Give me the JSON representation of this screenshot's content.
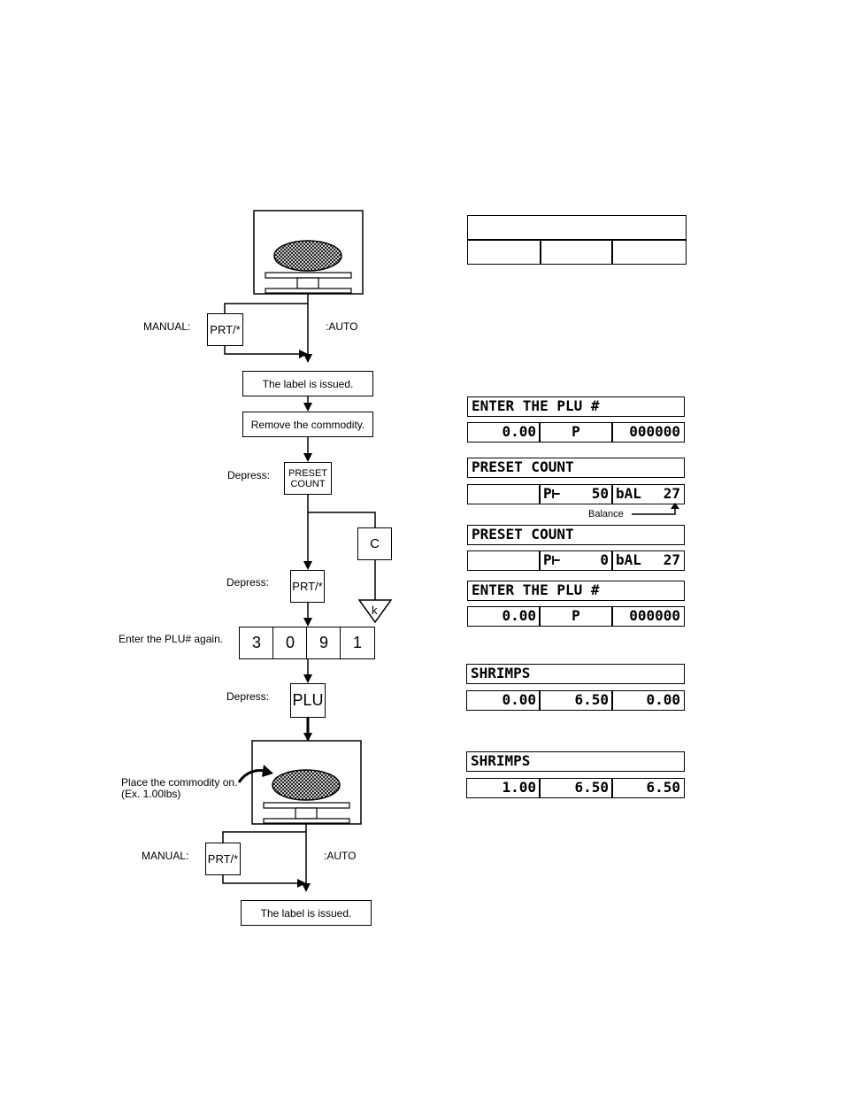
{
  "flow": {
    "manual_label_1": "MANUAL:",
    "prt_key_1": "PRT/*",
    "auto_label_1": ":AUTO",
    "label_issued_1": "The label is issued.",
    "remove_commodity": "Remove the commodity.",
    "depress_1": "Depress:",
    "preset_key_line1": "PRESET",
    "preset_key_line2": "COUNT",
    "c_key": "C",
    "k_symbol": "k",
    "depress_2": "Depress:",
    "prt_key_2": "PRT/*",
    "enter_plu_again": "Enter the PLU# again.",
    "digits": [
      "3",
      "0",
      "9",
      "1"
    ],
    "depress_3": "Depress:",
    "plu_key": "PLU",
    "place_commodity_line1": "Place the commodity on.",
    "place_commodity_line2": "(Ex. 1.00lbs)",
    "manual_label_2": "MANUAL:",
    "prt_key_3": "PRT/*",
    "auto_label_2": ":AUTO",
    "label_issued_2": "The label is issued."
  },
  "displays": {
    "d0": {
      "top": "",
      "cells": [
        "",
        "",
        ""
      ]
    },
    "d1": {
      "top": "ENTER THE PLU #",
      "c1": "0.00",
      "c2": "P",
      "c3": "000000"
    },
    "d2": {
      "top": "PRESET COUNT",
      "c1": "",
      "c2a": "P⊢",
      "c2b": "50",
      "c3a": "bAL",
      "c3b": "27"
    },
    "balance_label": "Balance",
    "d3": {
      "top": "PRESET COUNT",
      "c1": "",
      "c2a": "P⊢",
      "c2b": "0",
      "c3a": "bAL",
      "c3b": "27"
    },
    "d4": {
      "top": "ENTER THE PLU #",
      "c1": "0.00",
      "c2": "P",
      "c3": "000000"
    },
    "d5": {
      "top": "SHRIMPS",
      "c1": "0.00",
      "c2": "6.50",
      "c3": "0.00"
    },
    "d6": {
      "top": "SHRIMPS",
      "c1": "1.00",
      "c2": "6.50",
      "c3": "6.50"
    }
  }
}
